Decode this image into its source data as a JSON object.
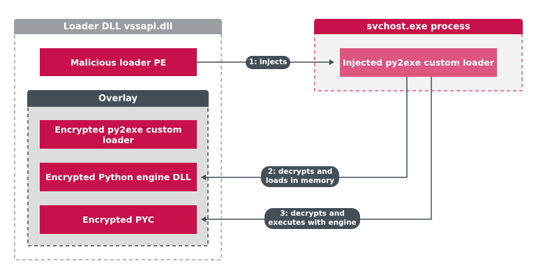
{
  "loader_panel": {
    "title": "Loader DLL vssapi.dll"
  },
  "malicious_loader": {
    "label": "Malicious loader PE"
  },
  "overlay": {
    "title": "Overlay",
    "items": [
      {
        "label": "Encrypted py2exe custom loader"
      },
      {
        "label": "Encrypted Python engine DLL"
      },
      {
        "label": "Encrypted PYC"
      }
    ]
  },
  "svchost_panel": {
    "title": "svchost.exe process"
  },
  "injected_loader": {
    "label": "Injected py2exe custom loader"
  },
  "edges": [
    {
      "label_line1": "1: injects",
      "label_line2": ""
    },
    {
      "label_line1": "2: decrypts and",
      "label_line2": "loads in memory"
    },
    {
      "label_line1": "3: decrypts and",
      "label_line2": "executes with engine"
    }
  ],
  "colors": {
    "crimson": "#c8104a",
    "pink": "#dd5680",
    "gray_head": "#9a9ea3",
    "dark_head": "#444e57",
    "overlay_fill": "#dcdedd"
  }
}
